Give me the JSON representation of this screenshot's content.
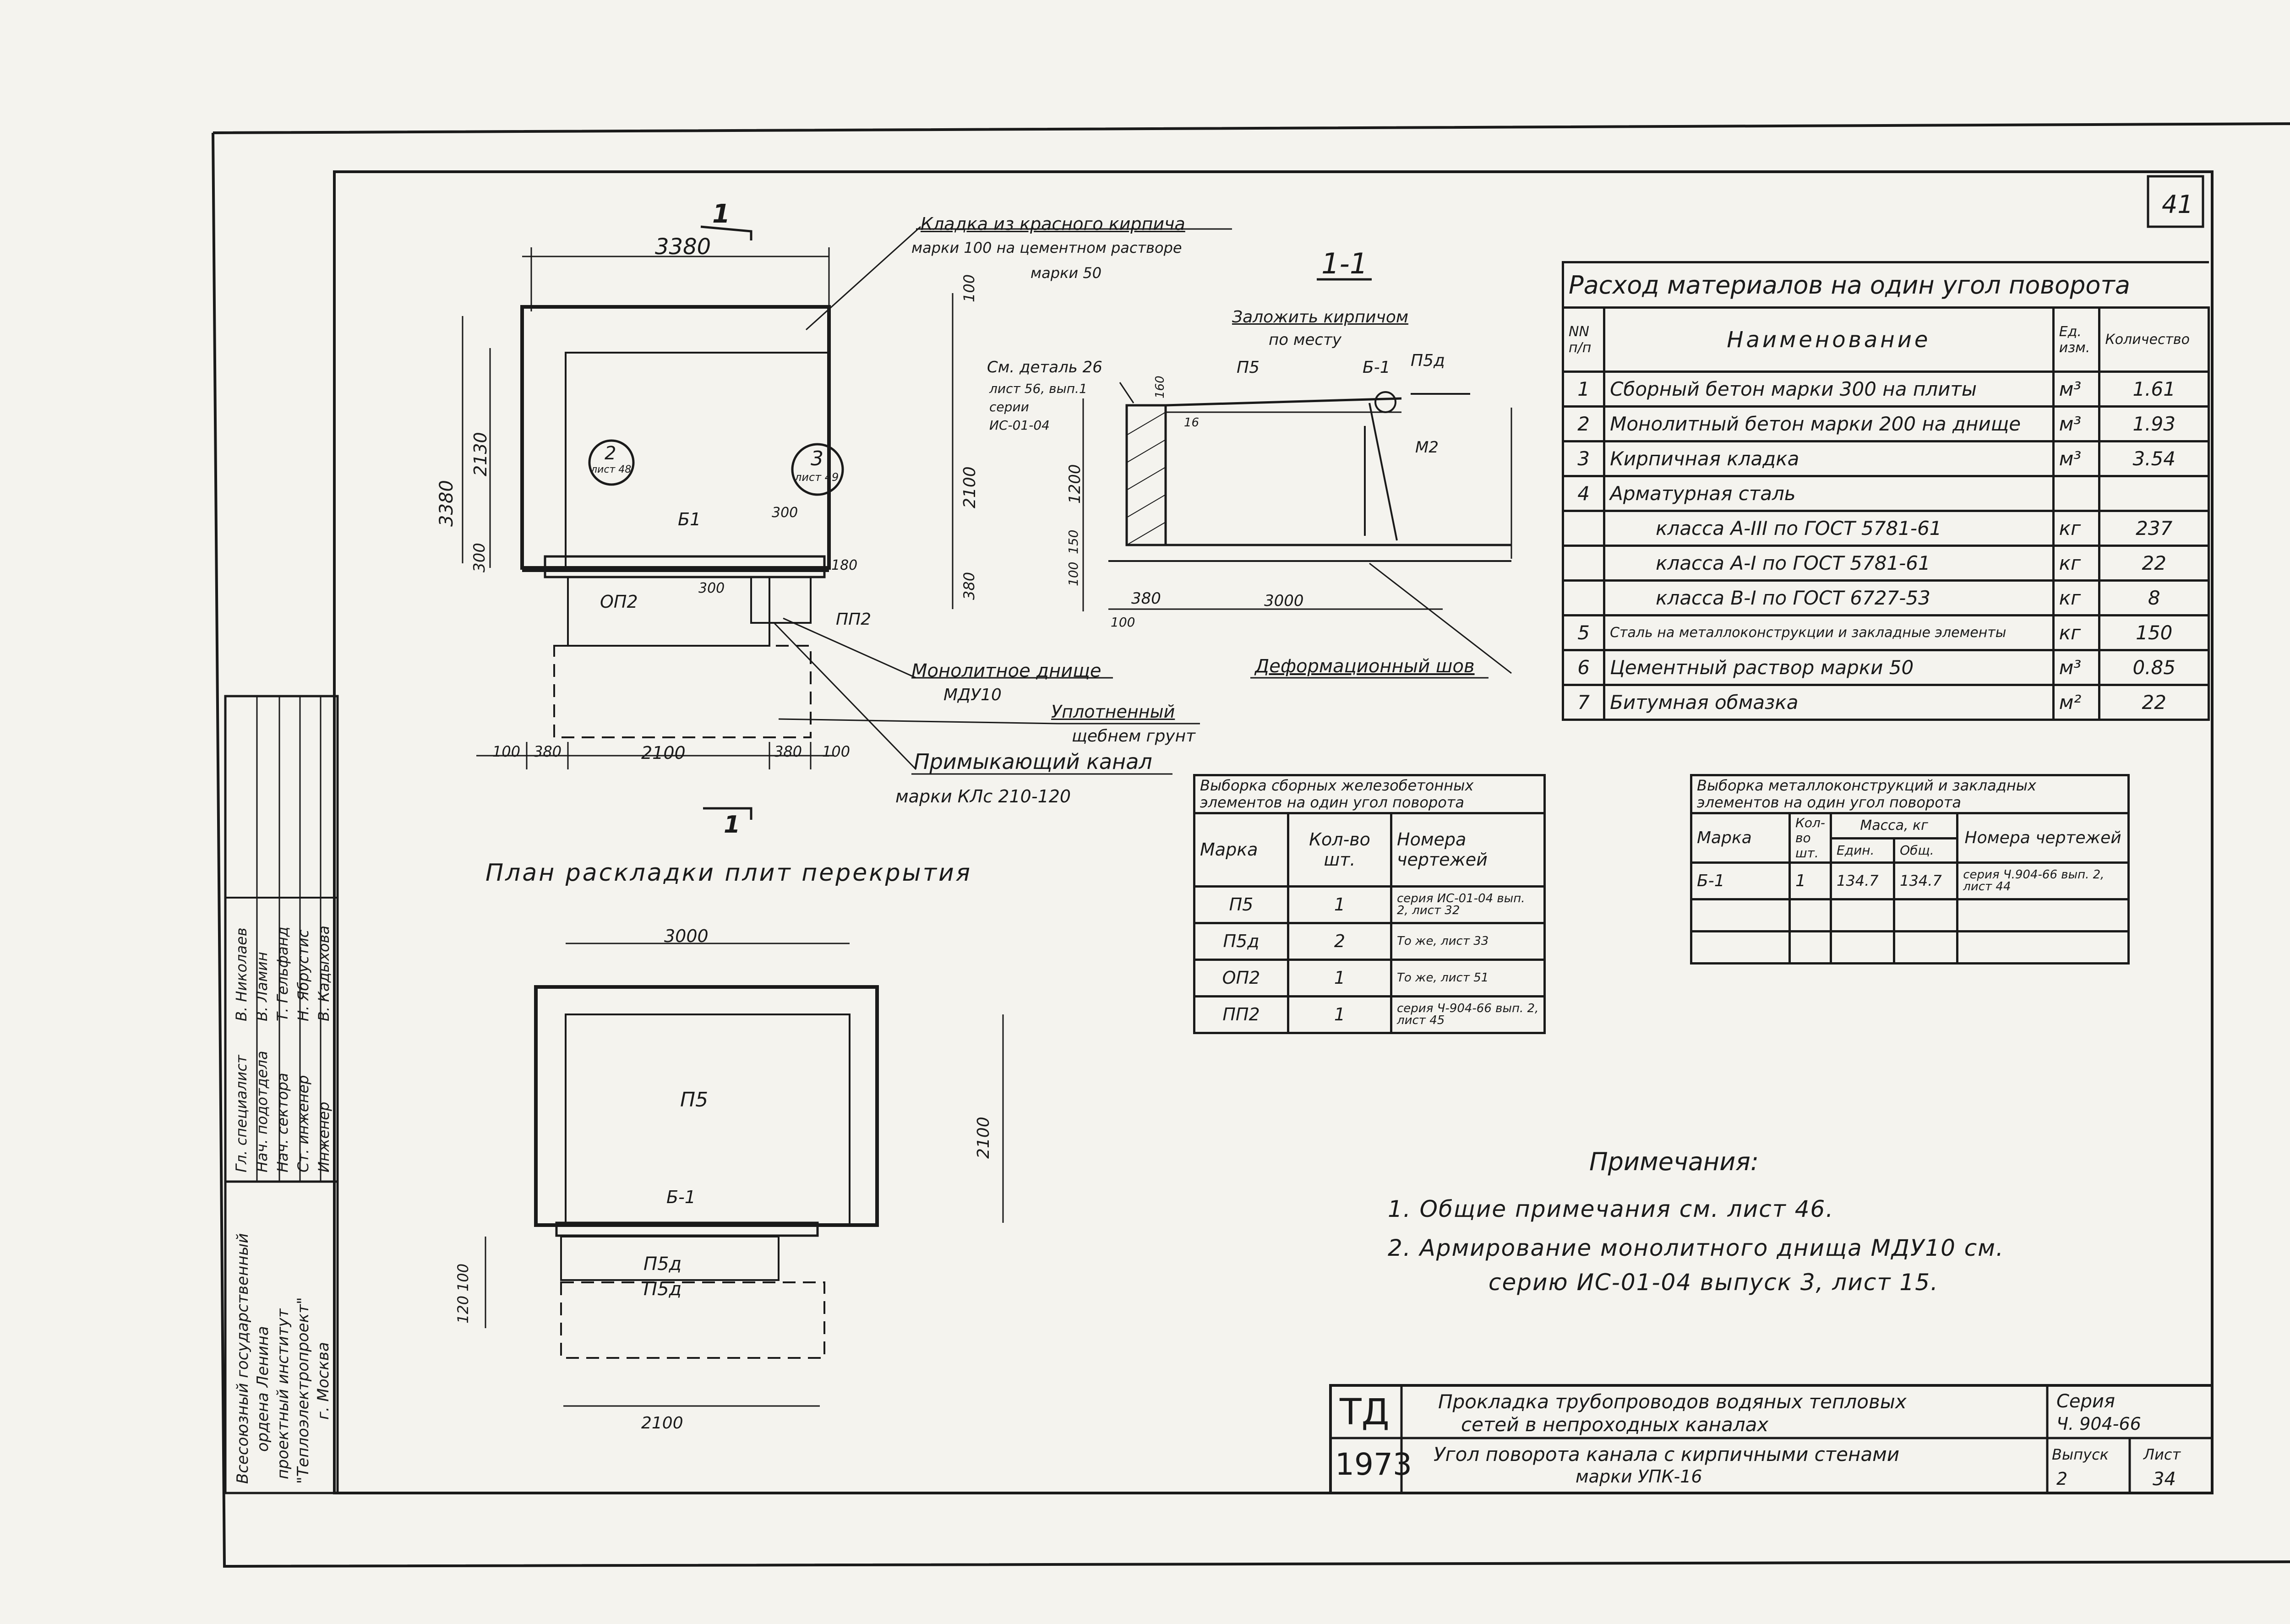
{
  "sheet_corner_number": "41",
  "plan": {
    "title": "План раскладки плит перекрытия",
    "section_mark": "1",
    "dims": {
      "top": "3380",
      "left_total": "3380",
      "left_upper": "2130",
      "left_mid": "300",
      "right_upper": "2100",
      "right_380": "380",
      "right_100": "100",
      "right_180": "180",
      "d300": "300",
      "d300b": "300",
      "bottom_100a": "100",
      "bottom_380": "380",
      "bottom_2100": "2100",
      "bottom_380b": "380",
      "bottom_100b": "100"
    },
    "labels": {
      "b1": "Б1",
      "op2": "ОП2",
      "pp2": "ПП2"
    },
    "callout_2": {
      "num": "2",
      "sheet": "лист 48"
    },
    "callout_3": {
      "num": "3",
      "sheet": "лист 49"
    },
    "notes": {
      "brick": "Кладка из красного кирпича",
      "brick_2": "марки 100 на цементном растворе",
      "brick_3": "марки 50",
      "bottom": "Монолитное днище",
      "bottom_2": "МДУ10",
      "gravel": "Уплотненный",
      "gravel_2": "щебнем грунт",
      "adjacent": "Примыкающий канал",
      "adjacent_2": "марки КЛс 210-120"
    }
  },
  "section": {
    "title": "1-1",
    "note_brick": "Заложить кирпичом",
    "note_brick_2": "по месту",
    "detail": "См. деталь 26",
    "detail_2": "лист 56, вып.1",
    "detail_3": "серии",
    "detail_4": "ИС-01-04",
    "labels": {
      "p5": "П5",
      "p5d": "П5д",
      "b1": "Б-1",
      "m2": "М2",
      "v16": "16"
    },
    "dims": {
      "d160": "160",
      "d1200": "1200",
      "d150": "150",
      "d100": "100",
      "d380": "380",
      "d3000": "3000",
      "d100b": "100"
    },
    "expansion_joint": "Деформационный шов"
  },
  "plan2": {
    "dims": {
      "top": "3000",
      "right": "2100",
      "left_100": "100",
      "left_120": "120",
      "bottom": "2100"
    },
    "labels": {
      "p5": "П5",
      "b1": "Б-1",
      "p5d_a": "П5д",
      "p5d_b": "П5д"
    }
  },
  "materials": {
    "title": "Расход материалов на один угол поворота",
    "headers": {
      "num": "NN п/п",
      "name": "Наименование",
      "unit": "Ед. изм.",
      "qty": "Количество"
    },
    "rows": [
      {
        "num": "1",
        "name": "Сборный бетон марки 300 на плиты",
        "unit": "м³",
        "qty": "1.61"
      },
      {
        "num": "2",
        "name": "Монолитный бетон марки 200 на днище",
        "unit": "м³",
        "qty": "1.93"
      },
      {
        "num": "3",
        "name": "Кирпичная кладка",
        "unit": "м³",
        "qty": "3.54"
      },
      {
        "num": "4",
        "name": "Арматурная сталь",
        "unit": "",
        "qty": ""
      },
      {
        "num": "",
        "name": "класса А-III по ГОСТ 5781-61",
        "unit": "кг",
        "qty": "237"
      },
      {
        "num": "",
        "name": "класса А-I по ГОСТ 5781-61",
        "unit": "кг",
        "qty": "22"
      },
      {
        "num": "",
        "name": "класса В-I по ГОСТ 6727-53",
        "unit": "кг",
        "qty": "8"
      },
      {
        "num": "5",
        "name": "Сталь на металлоконструкции и закладные элементы",
        "unit": "кг",
        "qty": "150"
      },
      {
        "num": "6",
        "name": "Цементный раствор марки 50",
        "unit": "м³",
        "qty": "0.85"
      },
      {
        "num": "7",
        "name": "Битумная обмазка",
        "unit": "м²",
        "qty": "22"
      }
    ]
  },
  "precast": {
    "title": "Выборка сборных железобетонных элементов на один угол поворота",
    "headers": {
      "mark": "Марка",
      "qty": "Кол-во шт.",
      "drawings": "Номера чертежей"
    },
    "rows": [
      {
        "mark": "П5",
        "qty": "1",
        "drawings": "серия ИС-01-04 вып. 2, лист 32"
      },
      {
        "mark": "П5д",
        "qty": "2",
        "drawings": "То же, лист 33"
      },
      {
        "mark": "ОП2",
        "qty": "1",
        "drawings": "То же, лист 51"
      },
      {
        "mark": "ПП2",
        "qty": "1",
        "drawings": "серия Ч-904-66 вып. 2, лист 45"
      }
    ]
  },
  "metal": {
    "title": "Выборка металлоконструкций и закладных элементов на один угол поворота",
    "headers": {
      "mark": "Марка",
      "qty": "Кол-во шт.",
      "mass": "Масса, кг",
      "unit_mass": "Един.",
      "total_mass": "Общ.",
      "drawings": "Номера чертежей"
    },
    "rows": [
      {
        "mark": "Б-1",
        "qty": "1",
        "unit_mass": "134.7",
        "total_mass": "134.7",
        "drawings": "серия Ч.904-66 вып. 2, лист 44"
      }
    ]
  },
  "notes": {
    "title": "Примечания:",
    "line1": "1. Общие примечания см. лист 46.",
    "line2": "2. Армирование монолитного днища МДУ10 см.",
    "line3": "серию ИС-01-04 выпуск 3, лист 15."
  },
  "title_block": {
    "td": "ТД",
    "year": "1973",
    "title1": "Прокладка трубопроводов водяных тепловых",
    "title1b": "сетей в непроходных каналах",
    "title2": "Угол поворота канала с кирпичными стенами",
    "title2b": "марки УПК-16",
    "series_label": "Серия",
    "series_value": "Ч. 904-66",
    "issue_label": "Выпуск",
    "issue_value": "2",
    "sheet_label": "Лист",
    "sheet_value": "34"
  },
  "side_block": {
    "org1": "Всесоюзный государственный",
    "org2": "ордена Ленина",
    "org3": "проектный институт",
    "org4": "\"Теплоэлектропроект\"",
    "org5": "г. Москва",
    "roles": [
      {
        "role": "Гл. специалист",
        "name": "В. Николаев"
      },
      {
        "role": "Нач. подотдела",
        "name": "В. Ламин"
      },
      {
        "role": "Нач. сектора",
        "name": "Т. Гельфанд"
      },
      {
        "role": "Ст. инженер",
        "name": "Н. Ябрустис"
      },
      {
        "role": "Инженер",
        "name": "В. Кадыхова"
      }
    ]
  }
}
